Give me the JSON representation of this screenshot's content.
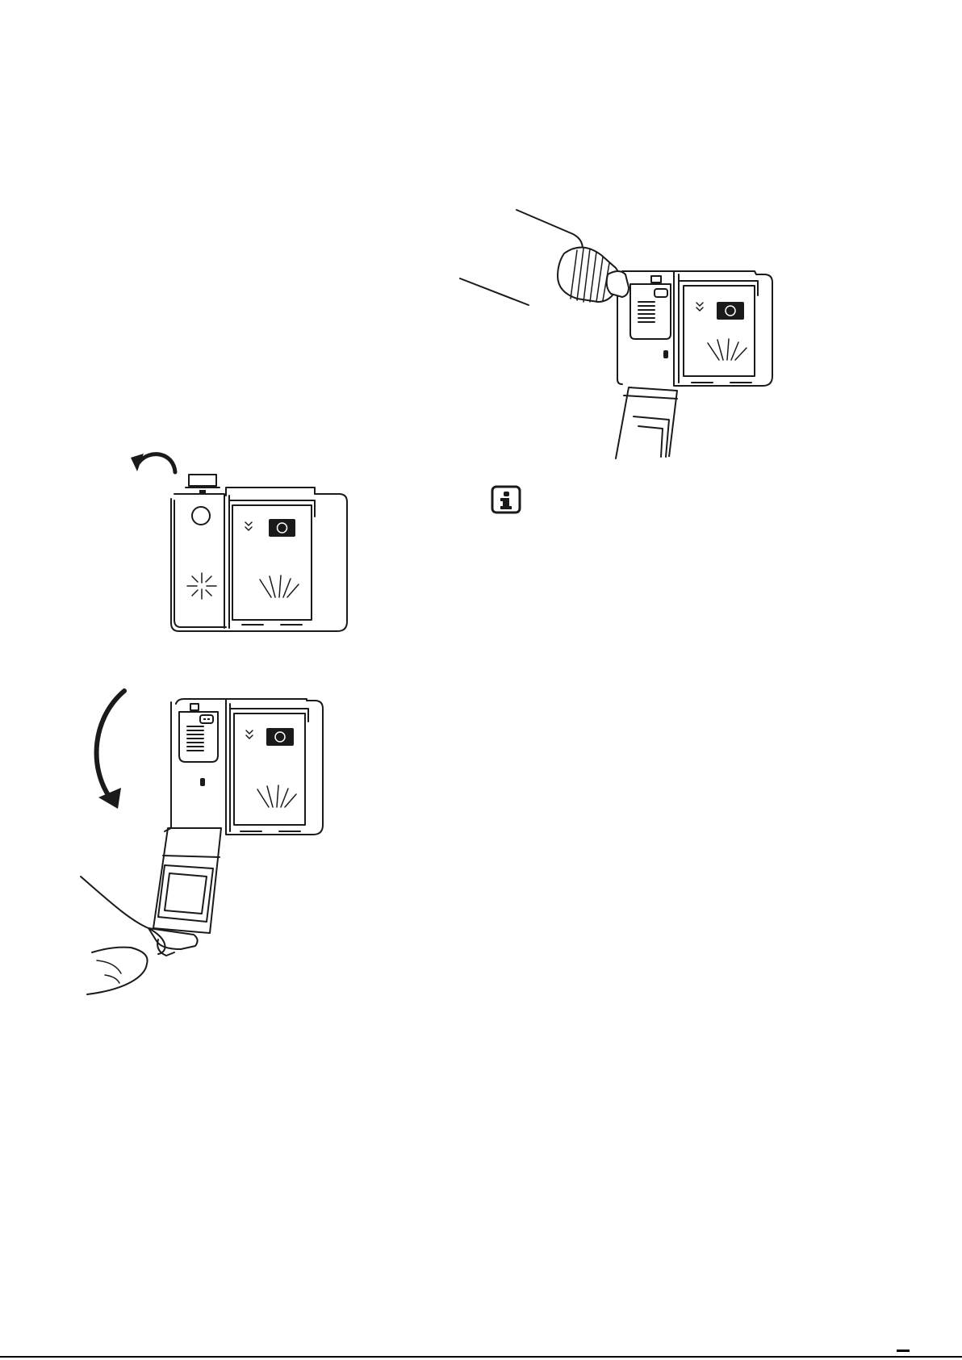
{
  "figures": [
    {
      "name": "dispenser-closed-rotate-cap"
    },
    {
      "name": "dispenser-open-lid-hand"
    },
    {
      "name": "dispenser-fill-rinse-aid"
    }
  ],
  "icons": {
    "info": "info-icon",
    "rotate": "rotate-ccw-arrow-icon",
    "open_arrow": "curved-arrow-down-icon"
  },
  "colors": {
    "line": "#1a1a1a",
    "background": "#ffffff"
  }
}
